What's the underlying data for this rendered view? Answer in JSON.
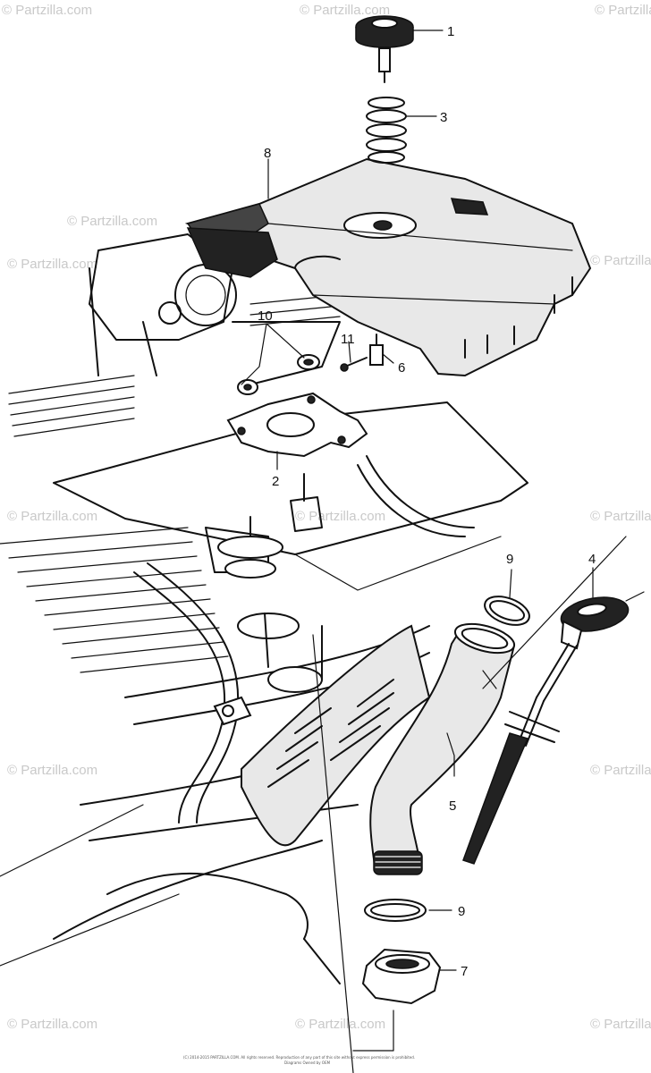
{
  "diagram": {
    "callouts": [
      {
        "id": "1",
        "label": "1"
      },
      {
        "id": "2",
        "label": "2"
      },
      {
        "id": "3",
        "label": "3"
      },
      {
        "id": "4",
        "label": "4"
      },
      {
        "id": "5",
        "label": "5"
      },
      {
        "id": "6",
        "label": "6"
      },
      {
        "id": "7",
        "label": "7"
      },
      {
        "id": "8",
        "label": "8"
      },
      {
        "id": "9a",
        "label": "9"
      },
      {
        "id": "9b",
        "label": "9"
      },
      {
        "id": "10",
        "label": "10"
      },
      {
        "id": "11",
        "label": "11"
      }
    ],
    "watermark": "© Partzilla.com",
    "footer_lines": [
      "(C) 2014-2015 PARTZILLA.COM. All rights reserved. Reproduction of any part of this site without express permission is prohibited.",
      "Diagrams Owned by OEM"
    ]
  }
}
